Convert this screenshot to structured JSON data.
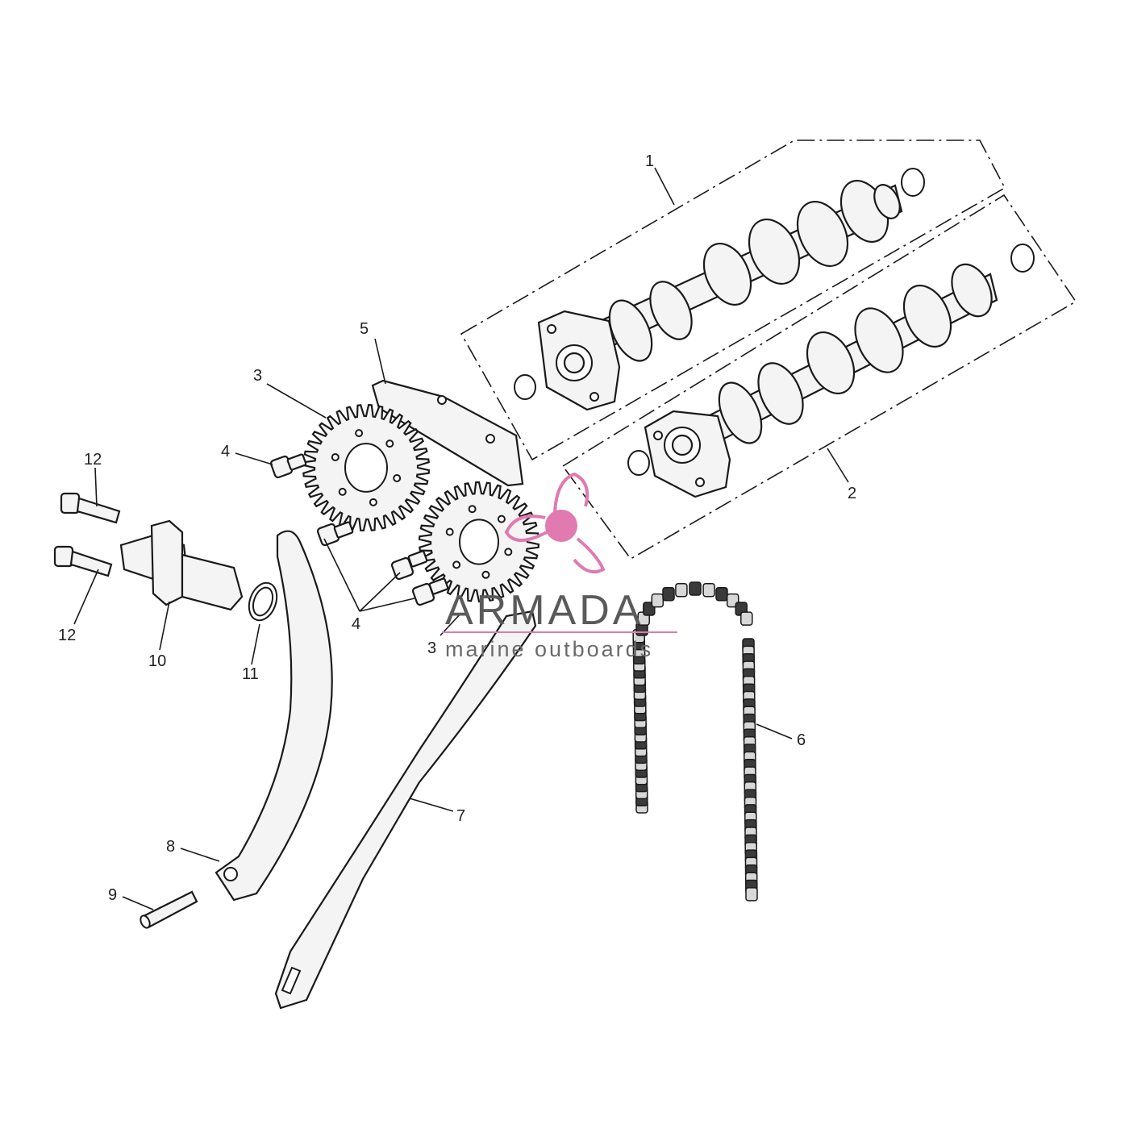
{
  "diagram": {
    "callouts": [
      {
        "id": "c1",
        "text": "1"
      },
      {
        "id": "c2",
        "text": "2"
      },
      {
        "id": "c3a",
        "text": "3"
      },
      {
        "id": "c3b",
        "text": "3"
      },
      {
        "id": "c4a",
        "text": "4"
      },
      {
        "id": "c4b",
        "text": "4"
      },
      {
        "id": "c5",
        "text": "5"
      },
      {
        "id": "c6",
        "text": "6"
      },
      {
        "id": "c7",
        "text": "7"
      },
      {
        "id": "c8",
        "text": "8"
      },
      {
        "id": "c9",
        "text": "9"
      },
      {
        "id": "c10",
        "text": "10"
      },
      {
        "id": "c11",
        "text": "11"
      },
      {
        "id": "c12a",
        "text": "12"
      },
      {
        "id": "c12b",
        "text": "12"
      }
    ]
  },
  "watermark": {
    "brand": "ARMADA",
    "tagline": "marine outboards",
    "logo_color": "#e07ab0",
    "text_color": "#5a5a5a"
  }
}
